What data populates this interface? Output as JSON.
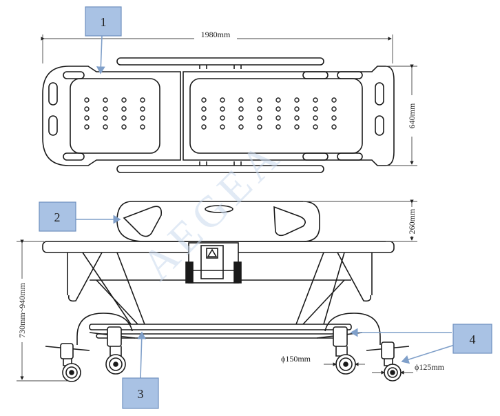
{
  "watermark": "AEGEA",
  "callouts": [
    {
      "id": "1",
      "label": "1"
    },
    {
      "id": "2",
      "label": "2"
    },
    {
      "id": "3",
      "label": "3"
    },
    {
      "id": "4",
      "label": "4"
    }
  ],
  "dimensions": {
    "length": "1980mm",
    "width": "640mm",
    "rail_height": "260mm",
    "bed_height": "730mm~940mm",
    "caster_large": "ϕ150mm",
    "caster_small": "ϕ125mm"
  },
  "colors": {
    "callout_fill": "#a9c2e4",
    "callout_stroke": "#6e8fbf",
    "leader": "#7f9fc9",
    "outline": "#1a1a1a"
  }
}
